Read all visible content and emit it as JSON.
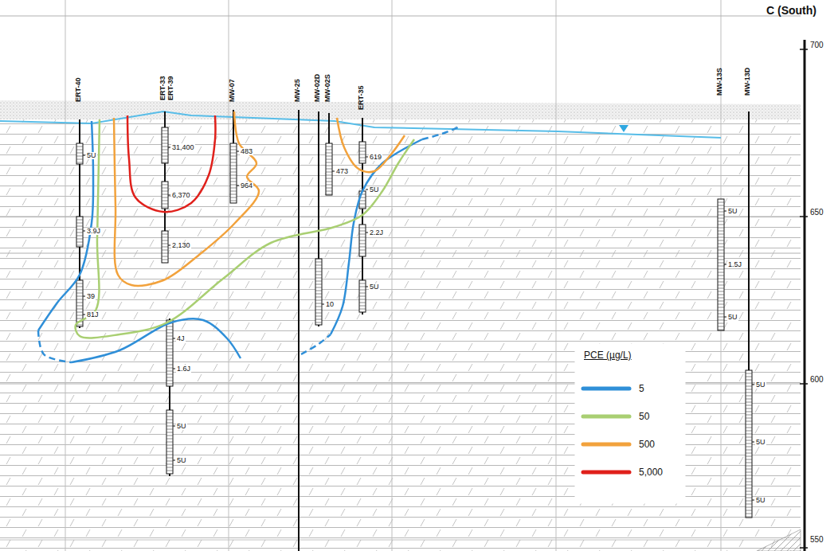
{
  "diagram": {
    "labels": [
      "C (South)",
      "ERT-40",
      "ERT-33",
      "ERT-39",
      "MW-07",
      "MW-25",
      "MW-02D",
      "MW-02S",
      "ERT-35",
      "MW-13S",
      "MW-13D",
      "700",
      "650",
      "600",
      "550",
      "5U",
      "3.9J",
      "39",
      "81J",
      "31,400",
      "6,370",
      "2,130",
      "4J",
      "1.6J",
      "5U",
      "5U",
      "483",
      "964",
      "473",
      "10",
      "619",
      "5U",
      "2.2J",
      "5U",
      "5U",
      "1.5J",
      "5U",
      "5U",
      "5U",
      "5U",
      "PCE (µg/L)"
    ],
    "legend": [
      {
        "text": "5"
      },
      {
        "text": "50"
      },
      {
        "text": "500"
      },
      {
        "text": "5,000"
      }
    ]
  }
}
